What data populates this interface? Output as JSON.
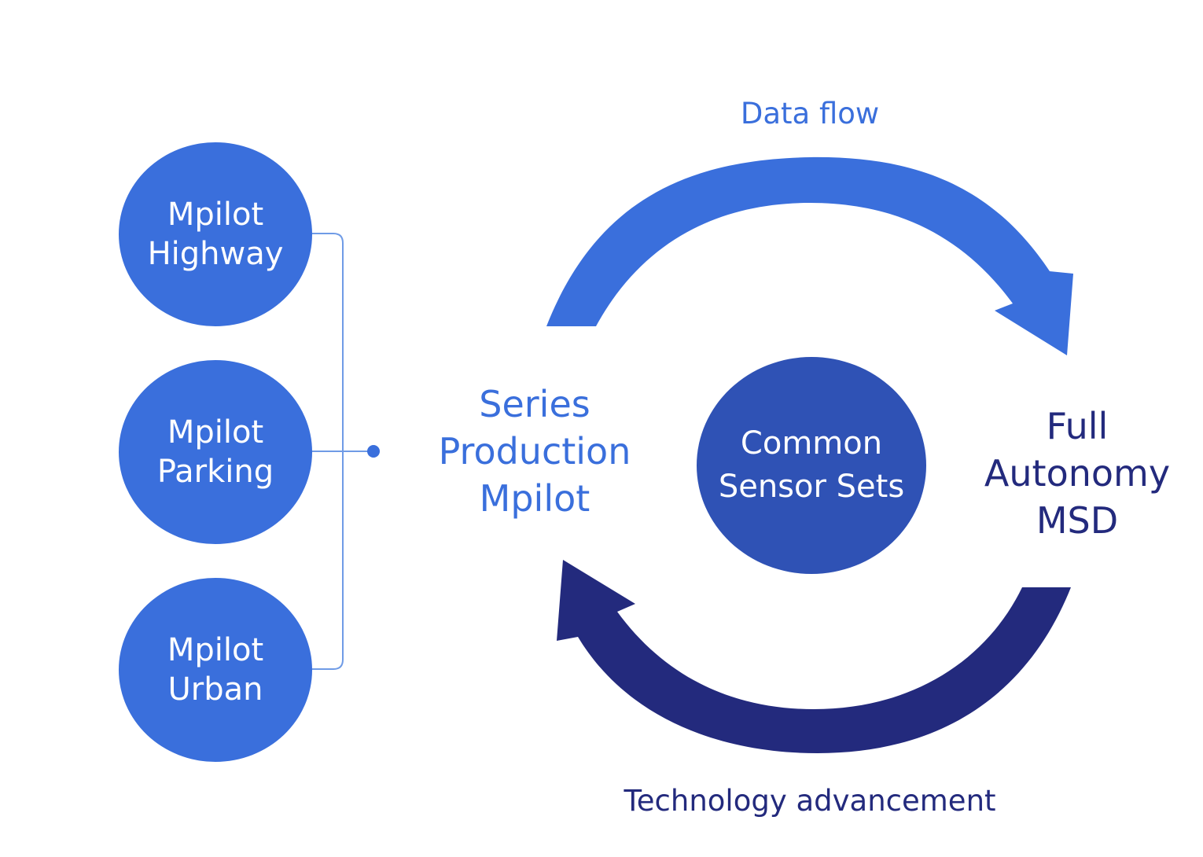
{
  "modules": [
    {
      "line1": "Mpilot",
      "line2": "Highway"
    },
    {
      "line1": "Mpilot",
      "line2": "Parking"
    },
    {
      "line1": "Mpilot",
      "line2": "Urban"
    }
  ],
  "series": {
    "line1": "Series",
    "line2": "Production",
    "line3": "Mpilot"
  },
  "center": {
    "line1": "Common",
    "line2": "Sensor Sets"
  },
  "full": {
    "line1": "Full",
    "line2": "Autonomy",
    "line3": "MSD"
  },
  "top_arrow_label": "Data flow",
  "bottom_arrow_label": "Technology advancement",
  "colors": {
    "light_blue": "#3a6fdc",
    "center_blue": "#2f52b5",
    "dark_navy": "#232a7d",
    "bracket_line": "#6f9be6"
  }
}
